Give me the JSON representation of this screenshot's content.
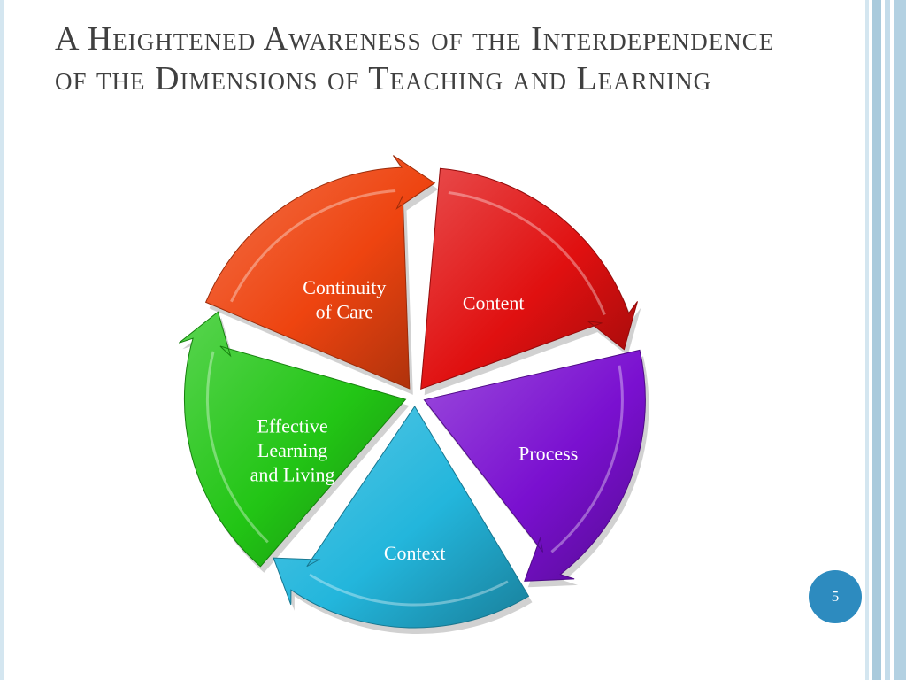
{
  "slide": {
    "title": "A Heightened Awareness of the Interdependence of the Dimensions of Teaching and Learning",
    "page_number": "5"
  },
  "cycle": {
    "segments": [
      {
        "id": "content",
        "label_lines": [
          "Content"
        ],
        "color": "#e01010"
      },
      {
        "id": "process",
        "label_lines": [
          "Process"
        ],
        "color": "#7a10d0"
      },
      {
        "id": "context",
        "label_lines": [
          "Context"
        ],
        "color": "#23b6dc"
      },
      {
        "id": "effective-learning-and-living",
        "label_lines": [
          "Effective",
          "Learning",
          "and Living"
        ],
        "color": "#22c515"
      },
      {
        "id": "continuity-of-care",
        "label_lines": [
          "Continuity",
          "of Care"
        ],
        "color": "#ee4410"
      }
    ]
  },
  "colors": {
    "title_text": "#404040",
    "badge": "#2d8bbf",
    "border_light": "#c9dfeb",
    "border_mid": "#a6c8db"
  }
}
